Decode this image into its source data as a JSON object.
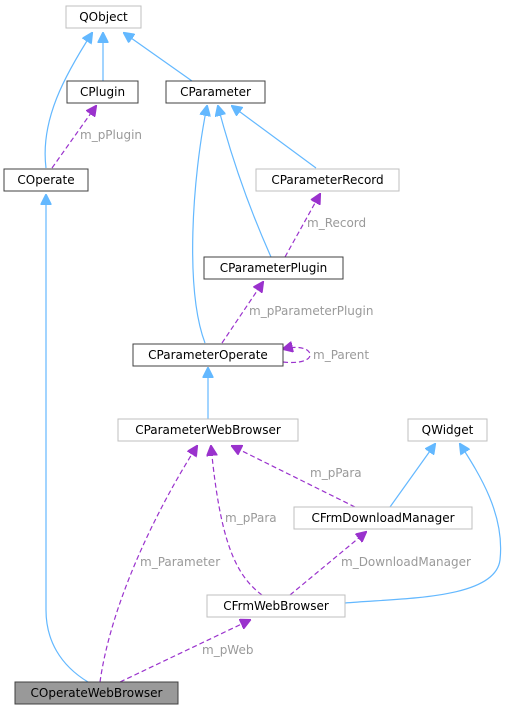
{
  "colors": {
    "inheritance": "#63b8ff",
    "usage": "#9a32cd",
    "label": "#9a9a9a",
    "node_border_documented": "#404040",
    "node_border_undocumented": "#bfbfbf",
    "node_highlight_fill": "#999999"
  },
  "nodes": {
    "qobject": "QObject",
    "cplugin": "CPlugin",
    "cparameter": "CParameter",
    "coperate": "COperate",
    "cparameterrecord": "CParameterRecord",
    "cparameterplugin": "CParameterPlugin",
    "cparameteroperate": "CParameterOperate",
    "cparameterwebbrowser": "CParameterWebBrowser",
    "qwidget": "QWidget",
    "cfrmdownloadmanager": "CFrmDownloadManager",
    "cfrmwebbrowser": "CFrmWebBrowser",
    "coperatewebbrowser": "COperateWebBrowser"
  },
  "edge_labels": {
    "m_pPlugin": "m_pPlugin",
    "m_Record": "m_Record",
    "m_pParameterPlugin": "m_pParameterPlugin",
    "m_Parent": "m_Parent",
    "m_pPara_download": "m_pPara",
    "m_pPara_browser": "m_pPara",
    "m_Parameter": "m_Parameter",
    "m_DownloadManager": "m_DownloadManager",
    "m_pWeb": "m_pWeb"
  }
}
